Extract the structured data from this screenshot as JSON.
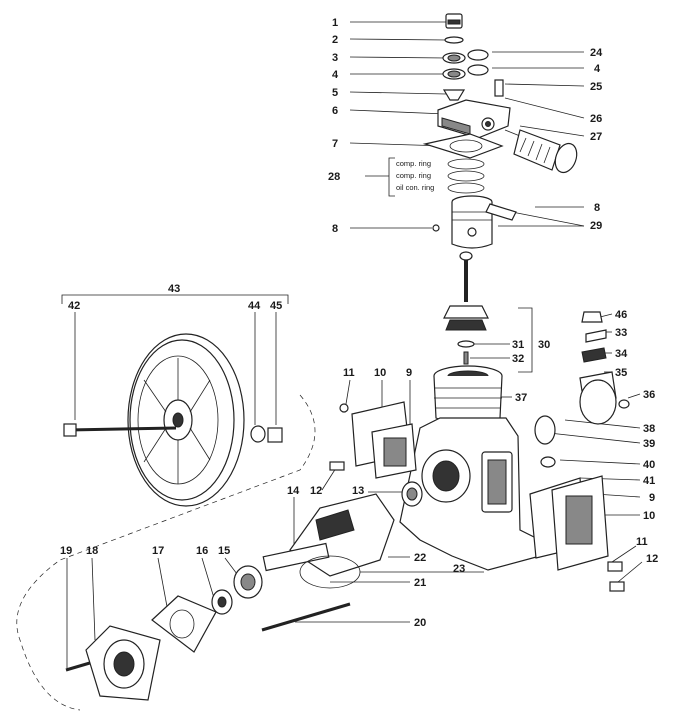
{
  "callouts": [
    "1",
    "2",
    "3",
    "4",
    "5",
    "6",
    "7",
    "28",
    "8",
    "24",
    "4",
    "25",
    "26",
    "27",
    "8",
    "29",
    "43",
    "42",
    "44",
    "45",
    "46",
    "33",
    "34",
    "35",
    "36",
    "31",
    "32",
    "30",
    "37",
    "38",
    "39",
    "40",
    "41",
    "9",
    "10",
    "11",
    "10",
    "9",
    "12",
    "13",
    "14",
    "22",
    "23",
    "21",
    "19",
    "18",
    "17",
    "16",
    "15",
    "11",
    "12",
    "20"
  ],
  "ring_labels": {
    "comp1": "comp. ring",
    "comp2": "comp. ring",
    "oil": "oil con. ring"
  }
}
